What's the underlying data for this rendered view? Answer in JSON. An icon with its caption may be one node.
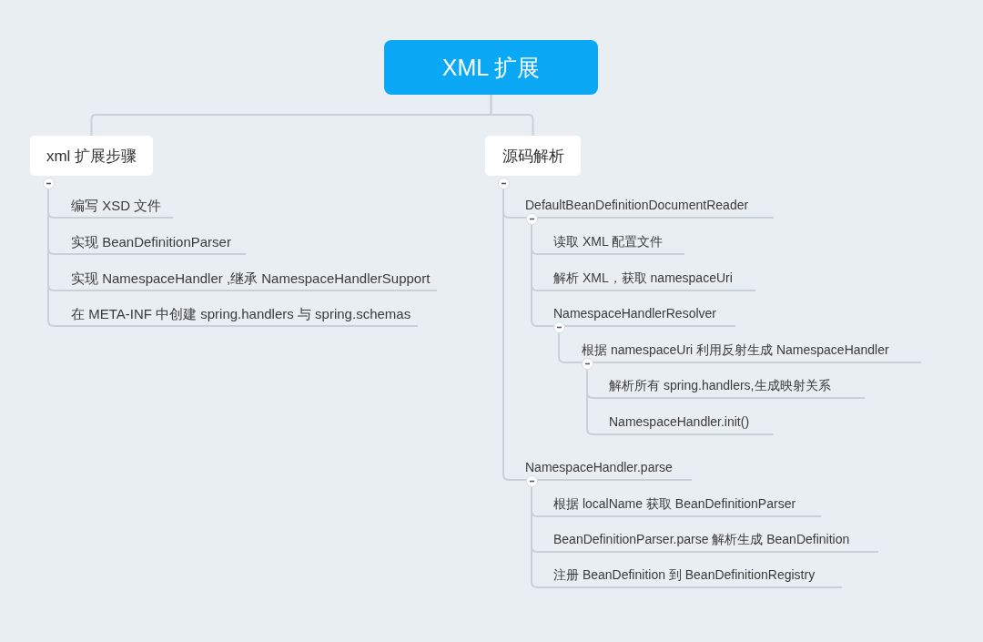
{
  "diagram": {
    "nodes": [
      {
        "text": [
          "XML 扩展"
        ]
      },
      {
        "text": [
          "xml 扩展步骤"
        ]
      },
      {
        "text": [
          "编写 XSD 文件"
        ]
      },
      {
        "text": [
          "实现 BeanDefinitionParser"
        ]
      },
      {
        "text": [
          "实现 NamespaceHandler ,继承 NamespaceHandlerSupport"
        ]
      },
      {
        "text": [
          "在 META-INF 中创建 spring.handlers 与 spring.schemas"
        ]
      },
      {
        "text": [
          "源码解析"
        ]
      },
      {
        "text": [
          "DefaultBeanDefinitionDocumentReader"
        ]
      },
      {
        "text": [
          "读取 XML 配置文件"
        ]
      },
      {
        "text": [
          "解析 XML，获取 namespaceUri"
        ]
      },
      {
        "text": [
          "NamespaceHandlerResolver"
        ]
      },
      {
        "text": [
          "根据 namespaceUri 利用反射生成 NamespaceHandler"
        ]
      },
      {
        "text": [
          "解析所有 spring.handlers,生成映射关系"
        ]
      },
      {
        "text": [
          "NamespaceHandler.init()"
        ]
      },
      {
        "text": [
          "NamespaceHandler.parse"
        ]
      },
      {
        "text": [
          "根据 localName 获取 BeanDefinitionParser"
        ]
      },
      {
        "text": [
          "BeanDefinitionParser.parse 解析生成 BeanDefinition"
        ]
      },
      {
        "text": [
          "注册 BeanDefinition 到 BeanDefinitionRegistry"
        ]
      }
    ],
    "edges": [
      {
        "from": 0,
        "to": 1,
        "arrow": "none"
      },
      {
        "from": 0,
        "to": 6,
        "arrow": "none"
      },
      {
        "from": 1,
        "to": 2,
        "arrow": "none"
      },
      {
        "from": 1,
        "to": 3,
        "arrow": "none"
      },
      {
        "from": 1,
        "to": 4,
        "arrow": "none"
      },
      {
        "from": 1,
        "to": 5,
        "arrow": "none"
      },
      {
        "from": 6,
        "to": 7,
        "arrow": "none"
      },
      {
        "from": 7,
        "to": 8,
        "arrow": "none"
      },
      {
        "from": 7,
        "to": 9,
        "arrow": "none"
      },
      {
        "from": 7,
        "to": 10,
        "arrow": "none"
      },
      {
        "from": 10,
        "to": 11,
        "arrow": "none"
      },
      {
        "from": 11,
        "to": 12,
        "arrow": "none"
      },
      {
        "from": 11,
        "to": 13,
        "arrow": "none"
      },
      {
        "from": 6,
        "to": 14,
        "arrow": "none"
      },
      {
        "from": 14,
        "to": 15,
        "arrow": "none"
      },
      {
        "from": 14,
        "to": 16,
        "arrow": "none"
      },
      {
        "from": 14,
        "to": 17,
        "arrow": "none"
      }
    ]
  }
}
